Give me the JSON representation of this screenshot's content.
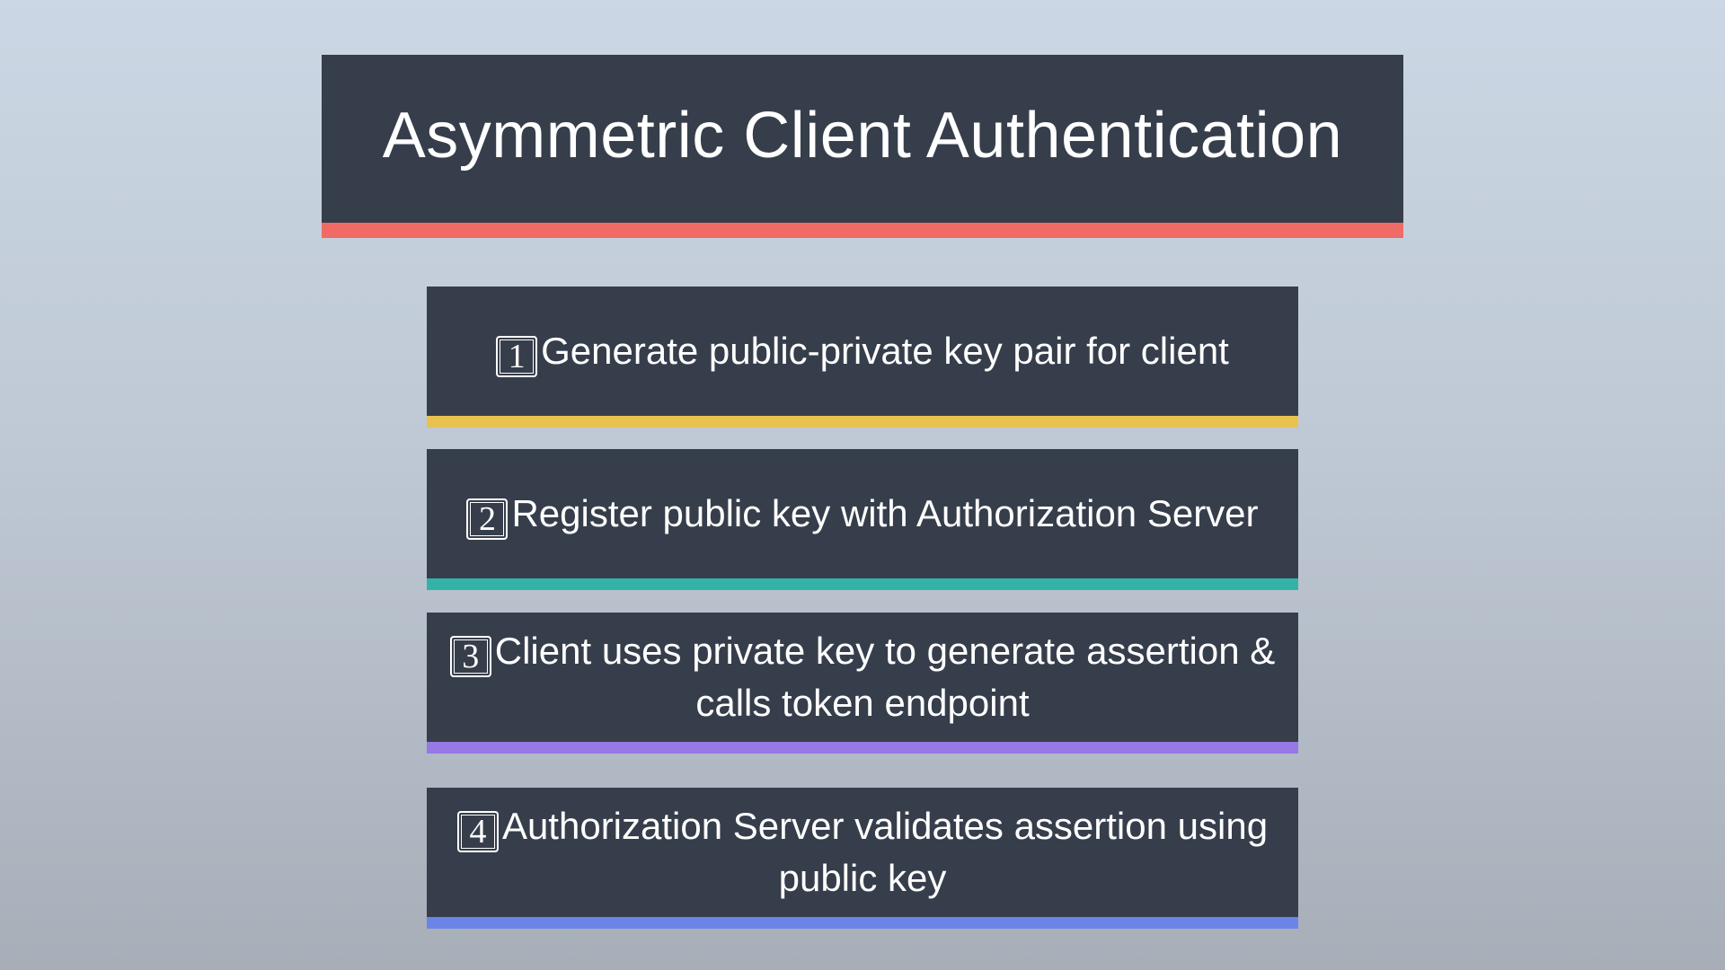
{
  "slide": {
    "title": "Asymmetric Client Authentication",
    "title_accent_color": "#f06b66",
    "panel_color": "#373e4b",
    "steps": [
      {
        "number": "1",
        "text": "Generate public-private key pair for client",
        "accent_color": "#e8c24f"
      },
      {
        "number": "2",
        "text": "Register public key with Authorization Server",
        "accent_color": "#33b3a8"
      },
      {
        "number": "3",
        "text": "Client uses private key to generate assertion & calls token endpoint",
        "accent_color": "#9679e6"
      },
      {
        "number": "4",
        "text": "Authorization Server validates assertion using public key",
        "accent_color": "#6b84e8"
      }
    ]
  }
}
